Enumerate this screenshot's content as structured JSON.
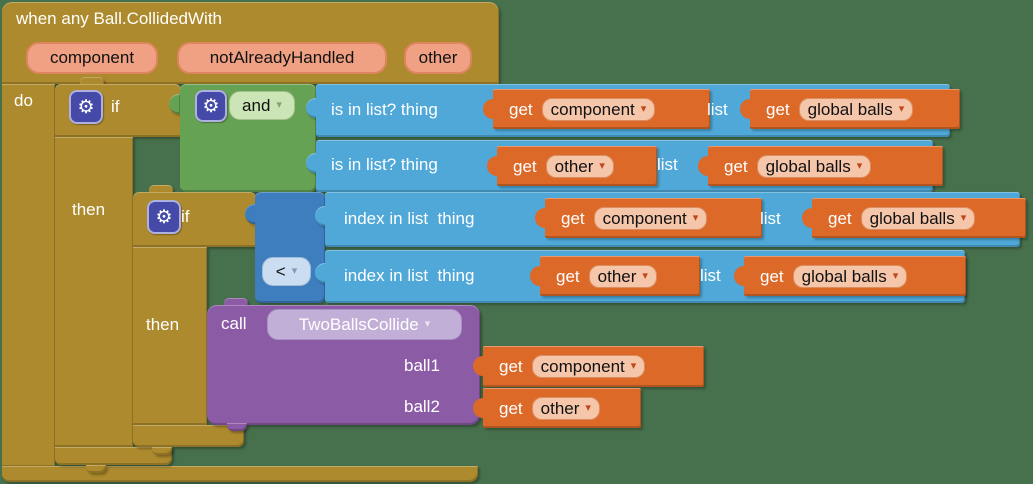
{
  "background": "#47704C",
  "icons": {
    "gear": "⚙",
    "dropdown": "▾"
  },
  "palette": {
    "control_olive": "#AC8A2D",
    "logic_green": "#66A254",
    "lists_blue": "#4FA8D8",
    "math_blue": "#3E7DBE",
    "variables_orange": "#DC6928",
    "procedures_purple": "#8C5BA6",
    "param_salmon": "#F0A184"
  },
  "event_block": {
    "title": "when any Ball.CollidedWith",
    "params": [
      {
        "label": "component"
      },
      {
        "label": "notAlreadyHandled"
      },
      {
        "label": "other"
      }
    ],
    "do_label": "do"
  },
  "outer_if": {
    "if_label": "if",
    "then_label": "then"
  },
  "and_block": {
    "operator": "and"
  },
  "list_checks": [
    {
      "label": "is in list? thing",
      "thing": {
        "get_label": "get",
        "variable": "component"
      },
      "list_label": "list",
      "list": {
        "get_label": "get",
        "variable": "global balls"
      }
    },
    {
      "label": "is in list? thing",
      "thing": {
        "get_label": "get",
        "variable": "other"
      },
      "list_label": "list",
      "list": {
        "get_label": "get",
        "variable": "global balls"
      }
    }
  ],
  "inner_if": {
    "if_label": "if",
    "then_label": "then"
  },
  "comparison": {
    "operator": "<"
  },
  "index_checks": [
    {
      "label": "index in list  thing",
      "thing": {
        "get_label": "get",
        "variable": "component"
      },
      "list_label": "list",
      "list": {
        "get_label": "get",
        "variable": "global balls"
      }
    },
    {
      "label": "index in list  thing",
      "thing": {
        "get_label": "get",
        "variable": "other"
      },
      "list_label": "list",
      "list": {
        "get_label": "get",
        "variable": "global balls"
      }
    }
  ],
  "call_block": {
    "call_label": "call",
    "procedure": "TwoBallsCollide",
    "args": [
      {
        "name": "ball1",
        "value": {
          "get_label": "get",
          "variable": "component"
        }
      },
      {
        "name": "ball2",
        "value": {
          "get_label": "get",
          "variable": "other"
        }
      }
    ]
  }
}
